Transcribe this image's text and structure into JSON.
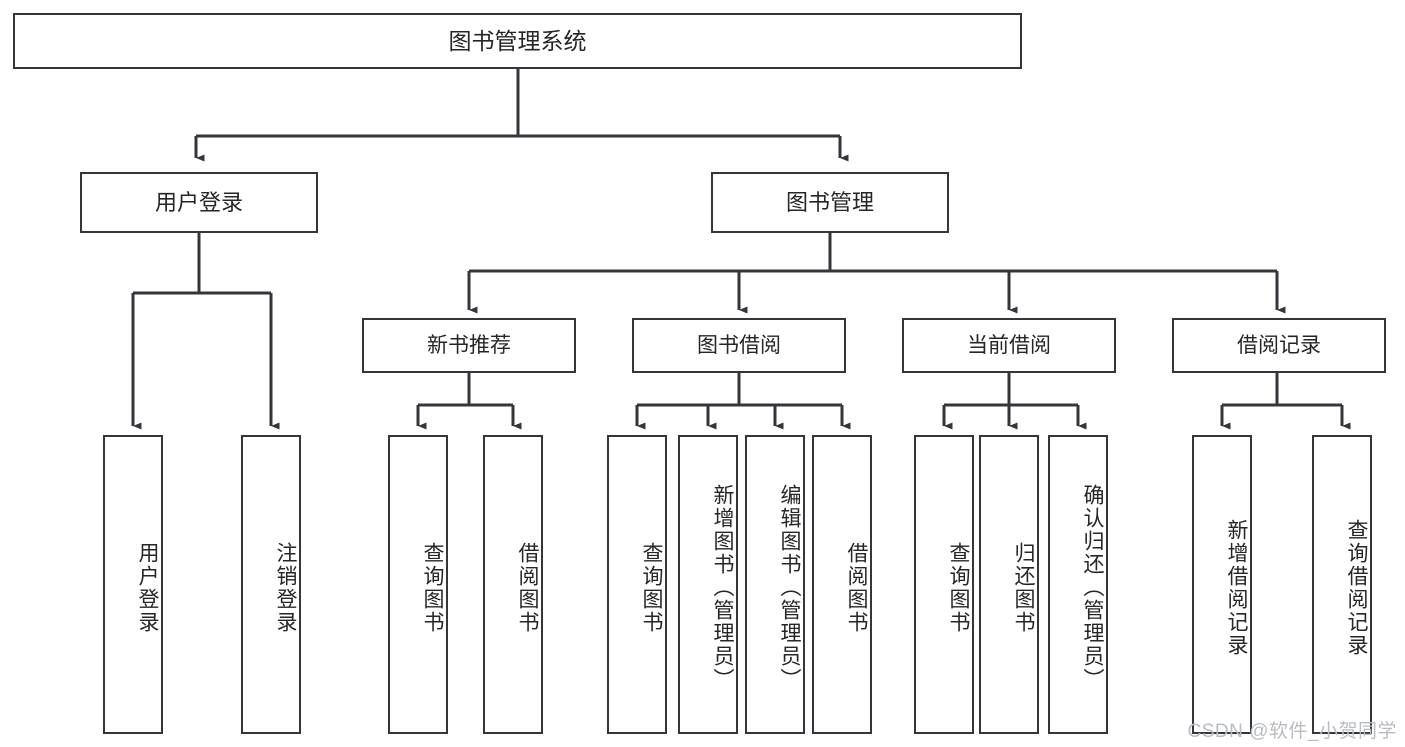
{
  "diagram": {
    "title": "图书管理系统",
    "type": "tree",
    "root": {
      "label": "图书管理系统",
      "id": "root-system"
    },
    "level1": [
      {
        "id": "user-login",
        "label": "用户登录"
      },
      {
        "id": "book-management",
        "label": "图书管理"
      }
    ],
    "level2": [
      {
        "id": "new-book-recommend",
        "label": "新书推荐",
        "parent": "book-management"
      },
      {
        "id": "book-borrow",
        "label": "图书借阅",
        "parent": "book-management"
      },
      {
        "id": "current-borrow",
        "label": "当前借阅",
        "parent": "book-management"
      },
      {
        "id": "borrow-record",
        "label": "借阅记录",
        "parent": "book-management"
      }
    ],
    "leaves": [
      {
        "id": "leaf-user-login",
        "label": "用户登录",
        "parent": "user-login"
      },
      {
        "id": "leaf-logout-login",
        "label": "注销登录",
        "parent": "user-login"
      },
      {
        "id": "leaf-query-book-1",
        "label": "查询图书",
        "parent": "new-book-recommend"
      },
      {
        "id": "leaf-borrow-book-1",
        "label": "借阅图书",
        "parent": "new-book-recommend"
      },
      {
        "id": "leaf-query-book-2",
        "label": "查询图书",
        "parent": "book-borrow"
      },
      {
        "id": "leaf-add-book",
        "label": "新增图书（管理员）",
        "parent": "book-borrow"
      },
      {
        "id": "leaf-edit-book",
        "label": "编辑图书（管理员）",
        "parent": "book-borrow"
      },
      {
        "id": "leaf-borrow-book-2",
        "label": "借阅图书",
        "parent": "book-borrow"
      },
      {
        "id": "leaf-query-book-3",
        "label": "查询图书",
        "parent": "current-borrow"
      },
      {
        "id": "leaf-return-book",
        "label": "归还图书",
        "parent": "current-borrow"
      },
      {
        "id": "leaf-confirm-return",
        "label": "确认归还（管理员）",
        "parent": "current-borrow"
      },
      {
        "id": "leaf-add-record",
        "label": "新增借阅记录",
        "parent": "borrow-record"
      },
      {
        "id": "leaf-query-record",
        "label": "查询借阅记录",
        "parent": "borrow-record"
      }
    ],
    "watermark": "CSDN @软件_小贺同学",
    "colors": {
      "stroke": "#33373b",
      "text": "#262626",
      "background": "#ffffff",
      "watermark": "#b9bcc0"
    }
  }
}
